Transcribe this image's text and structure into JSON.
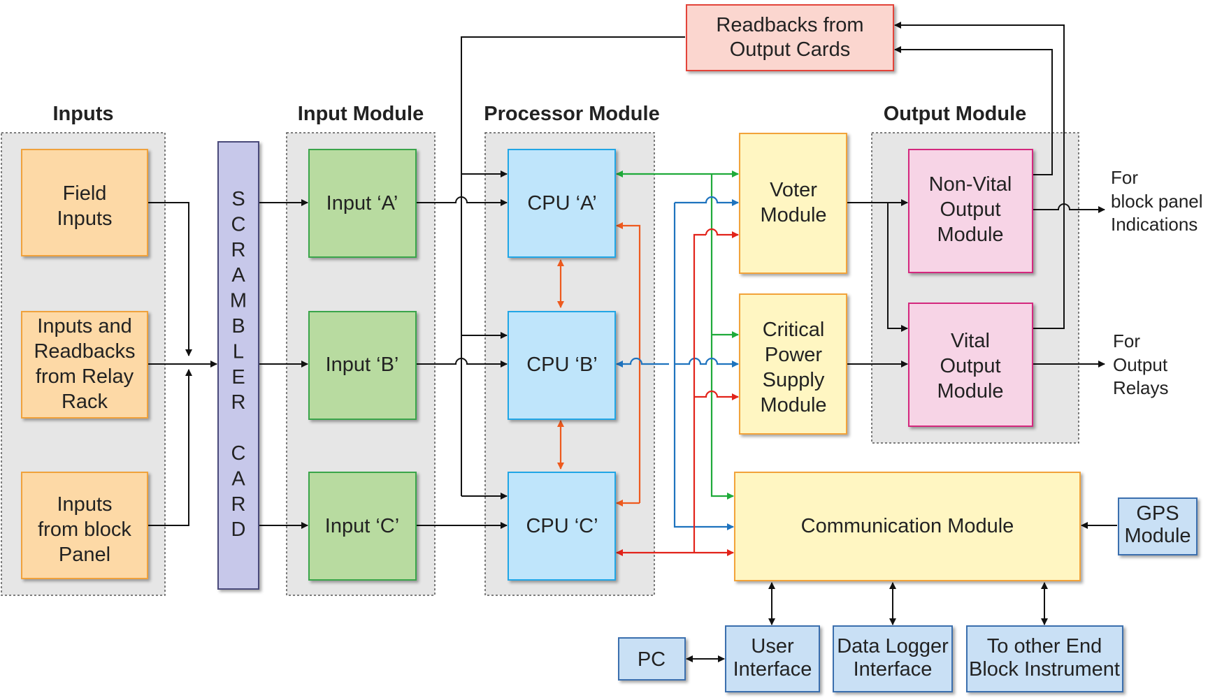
{
  "groups": {
    "inputs": "Inputs",
    "input_module": "Input Module",
    "processor_module": "Processor Module",
    "output_module": "Output Module"
  },
  "blocks": {
    "field_inputs": [
      "Field",
      "Inputs"
    ],
    "relay_inputs": [
      "Inputs and",
      "Readbacks",
      "from Relay",
      "Rack"
    ],
    "panel_inputs": [
      "Inputs",
      "from block",
      "Panel"
    ],
    "scrambler": [
      "S",
      "C",
      "R",
      "A",
      "M",
      "B",
      "L",
      "E",
      "R",
      "",
      "C",
      "A",
      "R",
      "D"
    ],
    "input_a": "Input ‘A’",
    "input_b": "Input ‘B’",
    "input_c": "Input ‘C’",
    "cpu_a": "CPU ‘A’",
    "cpu_b": "CPU ‘B’",
    "cpu_c": "CPU ‘C’",
    "readbacks": [
      "Readbacks from",
      "Output Cards"
    ],
    "voter": [
      "Voter",
      "Module"
    ],
    "power": [
      "Critical",
      "Power",
      "Supply",
      "Module"
    ],
    "nonvital": [
      "Non-Vital",
      "Output",
      "Module"
    ],
    "vital": [
      "Vital",
      "Output",
      "Module"
    ],
    "comm": "Communication Module",
    "gps": [
      "GPS",
      "Module"
    ],
    "pc": "PC",
    "ui": [
      "User",
      "Interface"
    ],
    "logger": [
      "Data Logger",
      "Interface"
    ],
    "other_end": [
      "To other End",
      "Block Instrument"
    ]
  },
  "annotations": {
    "block_panel": [
      "For",
      "block panel",
      "Indications"
    ],
    "output_relays": [
      "For",
      "Output",
      "Relays"
    ]
  },
  "colors": {
    "input_fill": "#fdd9a6",
    "input_stroke": "#f0a23c",
    "scrambler_fill": "#c7c8ea",
    "scrambler_stroke": "#4a4a7a",
    "inmod_fill": "#b8dba0",
    "inmod_stroke": "#3aa54a",
    "cpu_fill": "#bfe5fb",
    "cpu_stroke": "#21a6e6",
    "readback_fill": "#fbd6cf",
    "readback_stroke": "#e3443a",
    "yellow_fill": "#fff6c2",
    "yellow_stroke": "#f2a33a",
    "pink_fill": "#f7d4e6",
    "pink_stroke": "#d4287e",
    "blue_fill": "#c9e0f5",
    "blue_stroke": "#3b6fae",
    "line_black": "#111111",
    "line_green": "#1faa3a",
    "line_blue": "#1e73be",
    "line_red": "#e2231a",
    "line_orange": "#ee5a1e"
  }
}
